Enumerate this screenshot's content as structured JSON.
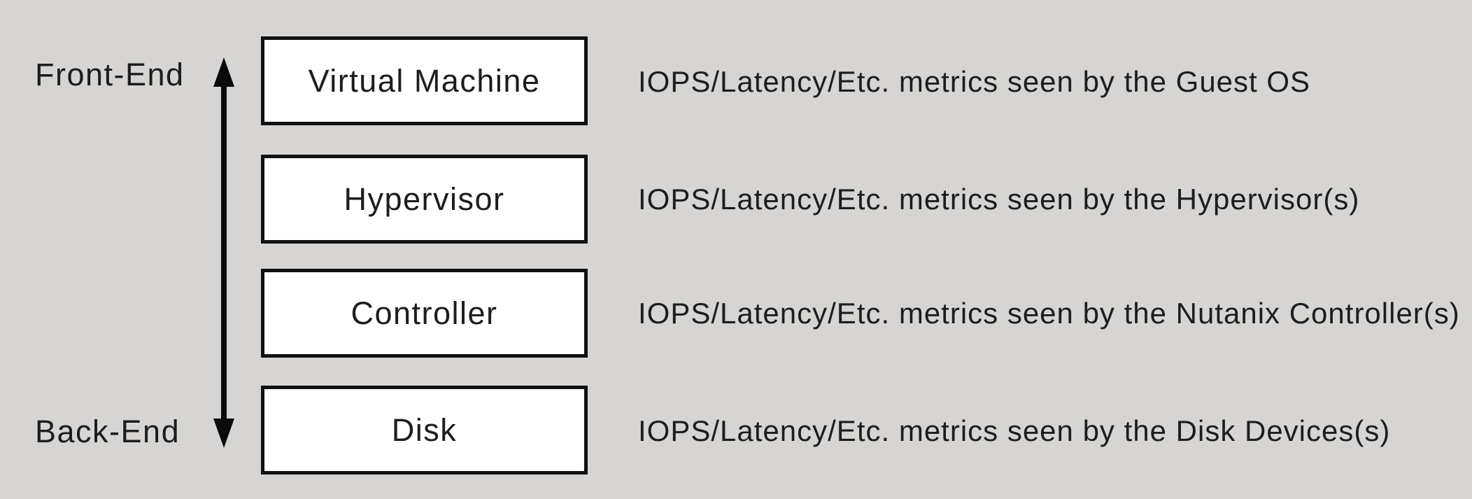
{
  "diagram": {
    "title_implicit": "Storage I/O metrics visibility layers",
    "axis": {
      "top_label": "Front-End",
      "bottom_label": "Back-End",
      "arrow": "double-headed-vertical"
    },
    "layers": [
      {
        "name": "Virtual Machine",
        "metric": "IOPS/Latency/Etc. metrics seen by the Guest OS"
      },
      {
        "name": "Hypervisor",
        "metric": "IOPS/Latency/Etc. metrics seen by the Hypervisor(s)"
      },
      {
        "name": "Controller",
        "metric": "IOPS/Latency/Etc. metrics seen by the Nutanix Controller(s)"
      },
      {
        "name": "Disk",
        "metric": "IOPS/Latency/Etc. metrics seen by the Disk Devices(s)"
      }
    ],
    "colors": {
      "background": "#d6d5d3",
      "box_fill": "#ffffff",
      "box_border": "#111111",
      "text": "#1d1d1d",
      "arrow": "#0b0b0b"
    }
  }
}
